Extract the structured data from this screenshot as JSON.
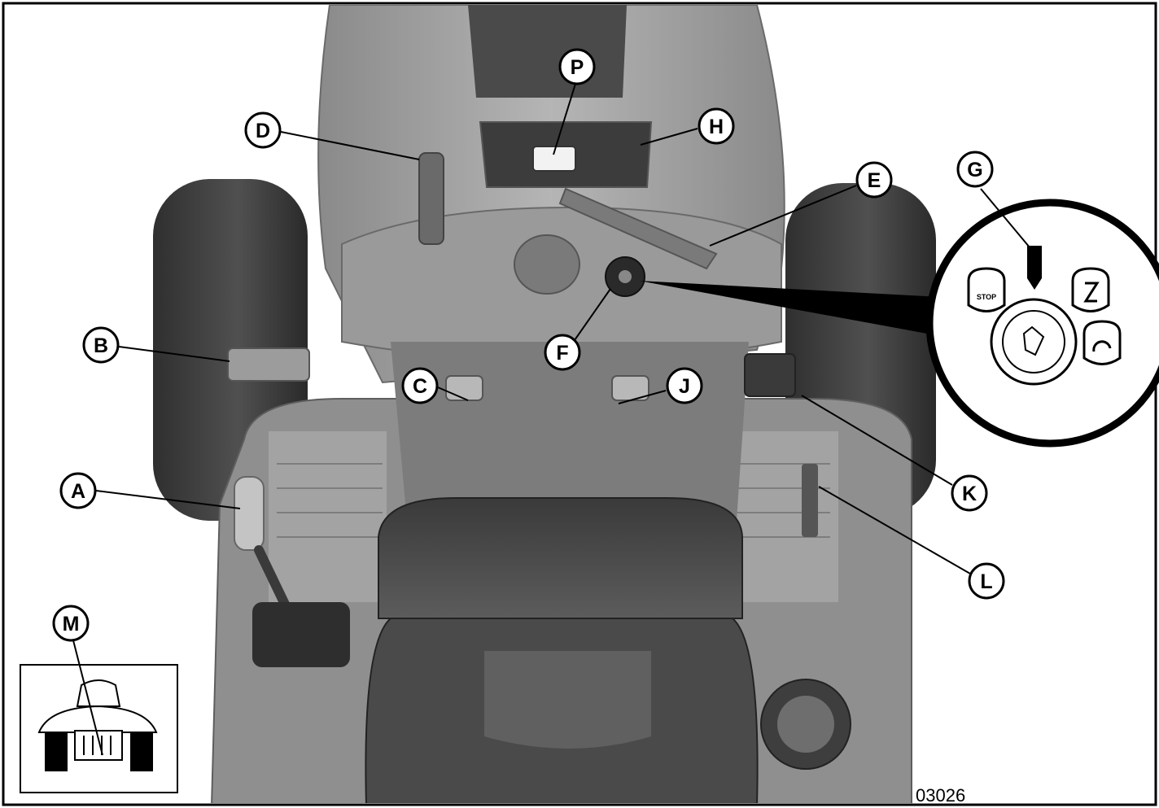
{
  "figure_id": "03026",
  "callouts": [
    {
      "label": "A"
    },
    {
      "label": "B"
    },
    {
      "label": "C"
    },
    {
      "label": "D"
    },
    {
      "label": "E"
    },
    {
      "label": "F"
    },
    {
      "label": "G"
    },
    {
      "label": "H"
    },
    {
      "label": "J"
    },
    {
      "label": "K"
    },
    {
      "label": "L"
    },
    {
      "label": "M"
    },
    {
      "label": "P"
    }
  ],
  "ignition_switch": {
    "stop_text": "STOP"
  },
  "colors": {
    "background": "#ffffff",
    "border": "#000000",
    "body_light": "#a9a9a9",
    "body_mid": "#8c8c8c",
    "body_dark": "#5a5a5a",
    "tire": "#3e3e3e"
  }
}
